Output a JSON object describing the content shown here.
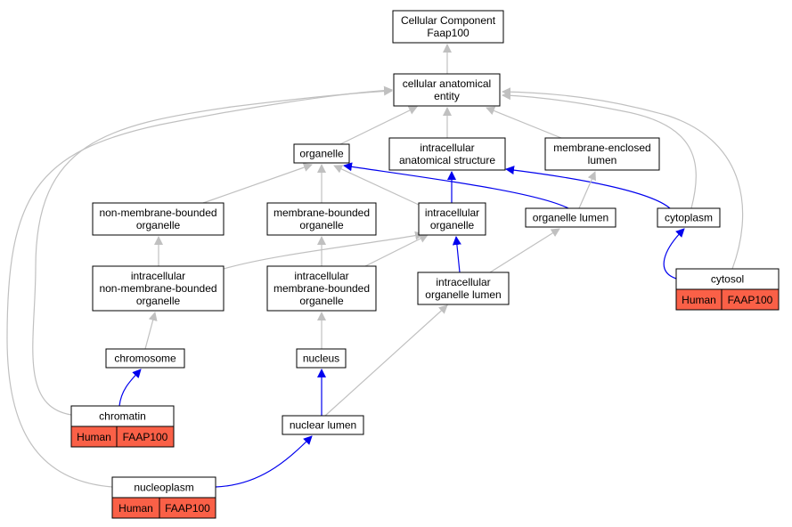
{
  "colors": {
    "grey_edge": "#c0c0c0",
    "blue_edge": "#0000ee",
    "annotation_fill": "#fa6047"
  },
  "nodes": [
    {
      "id": "root",
      "lines": [
        "Cellular Component",
        "Faap100"
      ]
    },
    {
      "id": "cae",
      "lines": [
        "cellular anatomical",
        "entity"
      ]
    },
    {
      "id": "organelle",
      "lines": [
        "organelle"
      ]
    },
    {
      "id": "ias",
      "lines": [
        "intracellular",
        "anatomical structure"
      ]
    },
    {
      "id": "mel",
      "lines": [
        "membrane-enclosed",
        "lumen"
      ]
    },
    {
      "id": "nmbo",
      "lines": [
        "non-membrane-bounded",
        "organelle"
      ]
    },
    {
      "id": "mbo",
      "lines": [
        "membrane-bounded",
        "organelle"
      ]
    },
    {
      "id": "io",
      "lines": [
        "intracellular",
        "organelle"
      ]
    },
    {
      "id": "ol",
      "lines": [
        "organelle lumen"
      ]
    },
    {
      "id": "cytoplasm",
      "lines": [
        "cytoplasm"
      ]
    },
    {
      "id": "inmbo",
      "lines": [
        "intracellular",
        "non-membrane-bounded",
        "organelle"
      ]
    },
    {
      "id": "imbo",
      "lines": [
        "intracellular",
        "membrane-bounded",
        "organelle"
      ]
    },
    {
      "id": "iol",
      "lines": [
        "intracellular",
        "organelle lumen"
      ]
    },
    {
      "id": "cytosol",
      "lines": [
        "cytosol"
      ],
      "annotation": [
        "Human",
        "FAAP100"
      ]
    },
    {
      "id": "chromosome",
      "lines": [
        "chromosome"
      ]
    },
    {
      "id": "nucleus",
      "lines": [
        "nucleus"
      ]
    },
    {
      "id": "chromatin",
      "lines": [
        "chromatin"
      ],
      "annotation": [
        "Human",
        "FAAP100"
      ]
    },
    {
      "id": "nuclear_lumen",
      "lines": [
        "nuclear lumen"
      ]
    },
    {
      "id": "nucleoplasm",
      "lines": [
        "nucleoplasm"
      ],
      "annotation": [
        "Human",
        "FAAP100"
      ]
    }
  ],
  "edges": [
    {
      "from": "cae",
      "to": "root",
      "type": "is_a"
    },
    {
      "from": "organelle",
      "to": "cae",
      "type": "is_a"
    },
    {
      "from": "ias",
      "to": "cae",
      "type": "is_a"
    },
    {
      "from": "mel",
      "to": "cae",
      "type": "is_a"
    },
    {
      "from": "cytoplasm",
      "to": "cae",
      "type": "is_a"
    },
    {
      "from": "cytosol",
      "to": "cae",
      "type": "is_a"
    },
    {
      "from": "chromatin",
      "to": "cae",
      "type": "is_a"
    },
    {
      "from": "nucleoplasm",
      "to": "cae",
      "type": "is_a"
    },
    {
      "from": "nmbo",
      "to": "organelle",
      "type": "is_a"
    },
    {
      "from": "mbo",
      "to": "organelle",
      "type": "is_a"
    },
    {
      "from": "io",
      "to": "organelle",
      "type": "is_a"
    },
    {
      "from": "ol",
      "to": "organelle",
      "type": "part_of"
    },
    {
      "from": "io",
      "to": "ias",
      "type": "part_of"
    },
    {
      "from": "cytoplasm",
      "to": "ias",
      "type": "part_of"
    },
    {
      "from": "ol",
      "to": "mel",
      "type": "is_a"
    },
    {
      "from": "inmbo",
      "to": "nmbo",
      "type": "is_a"
    },
    {
      "from": "imbo",
      "to": "mbo",
      "type": "is_a"
    },
    {
      "from": "inmbo",
      "to": "io",
      "type": "is_a"
    },
    {
      "from": "imbo",
      "to": "io",
      "type": "is_a"
    },
    {
      "from": "iol",
      "to": "io",
      "type": "part_of"
    },
    {
      "from": "iol",
      "to": "ol",
      "type": "is_a"
    },
    {
      "from": "cytosol",
      "to": "cytoplasm",
      "type": "part_of"
    },
    {
      "from": "chromosome",
      "to": "inmbo",
      "type": "is_a"
    },
    {
      "from": "nucleus",
      "to": "imbo",
      "type": "is_a"
    },
    {
      "from": "chromatin",
      "to": "chromosome",
      "type": "part_of"
    },
    {
      "from": "nuclear_lumen",
      "to": "nucleus",
      "type": "part_of"
    },
    {
      "from": "nuclear_lumen",
      "to": "iol",
      "type": "is_a"
    },
    {
      "from": "nucleoplasm",
      "to": "nuclear_lumen",
      "type": "part_of"
    }
  ]
}
